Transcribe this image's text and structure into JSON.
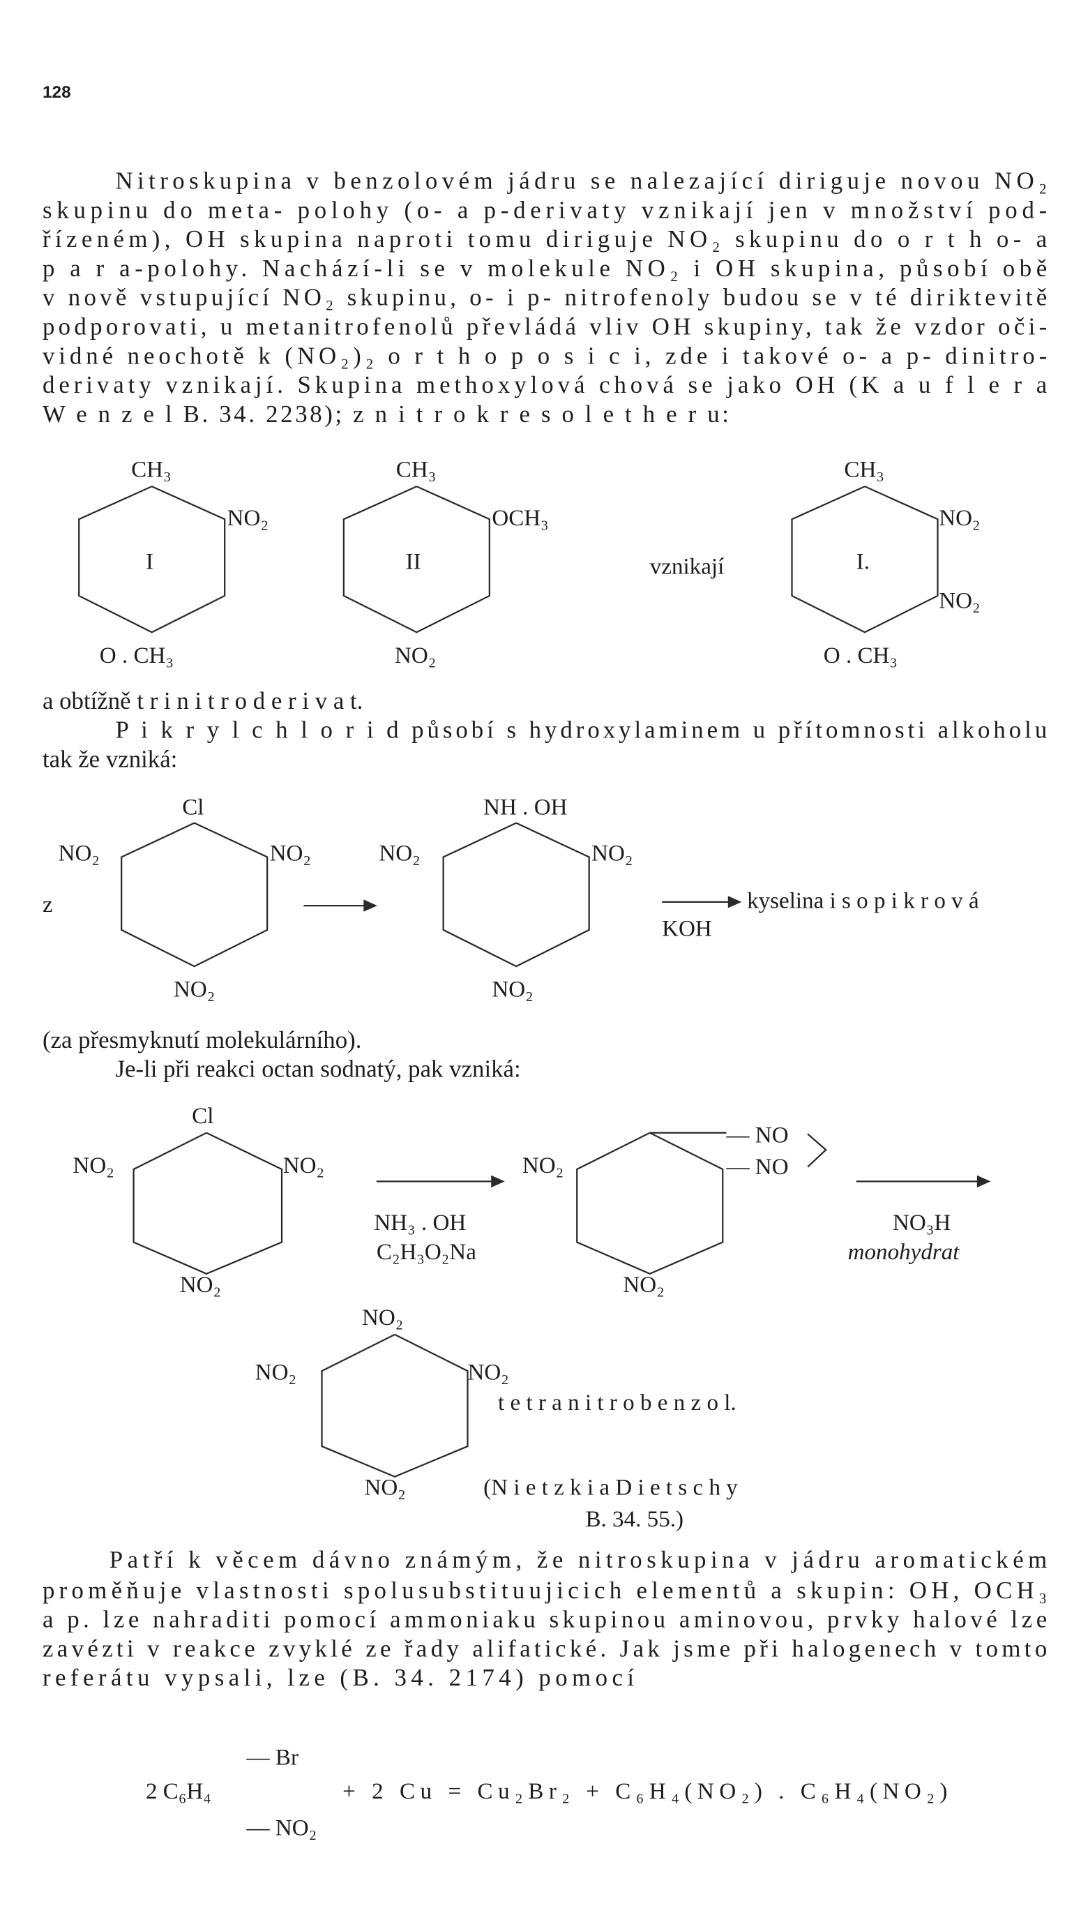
{
  "page_number": "128",
  "paragraph1": [
    "Nitroskupina v benzolovém jádru se nalezající diriguje novou NO₂",
    "skupinu do meta- polohy (o- a p-derivaty vznikají jen v množství pod-",
    "řízeném), OH skupina naproti tomu diriguje NO₂ skupinu do o r t h o- a",
    "p a r a-polohy.  Nachází-li se v molekule NO₂ i OH skupina, působí obě",
    "v nově vstupující NO₂ skupinu, o- i p- nitrofenoly budou se v té diriktevitě",
    "podporovati, u metanitrofenolů převládá vliv OH skupiny, tak že vzdor oči-",
    "vidné neochotě k (NO₂)₂ o r t h o p o s i c i, zde i takové o- a p- dinitro-",
    "derivaty vznikají. Skupina methoxylová chová se jako OH (K a u f l e r a",
    "W e n z e l B. 34. 2238); z n i t r o k r e s o l e t h e r u:"
  ],
  "scheme1": {
    "ring1": {
      "top": "CH₃",
      "right": "NO₂",
      "center": "I",
      "bottom": "O . CH₃"
    },
    "ring2": {
      "top": "CH₃",
      "right": "OCH₃",
      "center": "II",
      "bottom": "NO₂"
    },
    "middle": "vznikají",
    "ring3": {
      "top": "CH₃",
      "right_upper": "NO₂",
      "right_lower": "NO₂",
      "center": "I.",
      "bottom": "O . CH₃"
    }
  },
  "after_scheme1": [
    "a obtížně t r i n i t r o d e r i v a t.",
    "P i k r y l c h l o r i d působí s hydroxylaminem u přítomnosti alkoholu",
    "tak že vzniká:"
  ],
  "scheme2": {
    "prefix": "z",
    "ring1": {
      "top": "Cl",
      "left": "NO₂",
      "right": "NO₂",
      "bottom": "NO₂"
    },
    "ring2": {
      "top": "NH . OH",
      "left": "NO₂",
      "right": "NO₂",
      "bottom": "NO₂"
    },
    "reagent": "KOH",
    "product": "kyselina i s o p i k r o v á"
  },
  "after_scheme2": [
    "(za přesmyknutí molekulárního).",
    "Je-li při reakci octan sodnatý, pak vzniká:"
  ],
  "scheme3": {
    "ring1": {
      "top": "Cl",
      "left": "NO₂",
      "right": "NO₂",
      "bottom": "NO₂"
    },
    "reagent1_line1": "NH₃ . OH",
    "reagent1_line2": "C₂H₃O₂Na",
    "ring2": {
      "left": "NO₂",
      "right_upper": "— NO",
      "right_lower": "— NO",
      "bottom": "NO₂"
    },
    "reagent2_line1": "NO₃H",
    "reagent2_line2": "monohydrat"
  },
  "scheme4": {
    "ring": {
      "top": "NO₂",
      "left": "NO₂",
      "right": "NO₂",
      "bottom": "NO₂"
    },
    "name": "t e t r a n i t r o b e n z o l.",
    "citation_line1": "(N i e t z k i  a  D i e t s c h y",
    "citation_line2": "B. 34. 55.)"
  },
  "paragraph2": [
    "Patří k věcem dávno známým, že nitroskupina v jádru aromatickém",
    "proměňuje vlastnosti spolusubstituujicich elementů a skupin: OH, OCH₃",
    "a p. lze nahraditi pomocí ammoniaku skupinou aminovou, prvky halové lze",
    "zavézti v reakce zvyklé ze řady alifatické. Jak jsme při halogenech v tomto",
    "referátu vypsali, lze (B. 34. 2174) pomocí"
  ],
  "equation": {
    "upper": "— Br",
    "left": "2 C₆H₄",
    "right": "+ 2 Cu = Cu₂Br₂ + C₆H₄(NO₂) . C₆H₄(NO₂)",
    "lower": "— NO₂"
  }
}
